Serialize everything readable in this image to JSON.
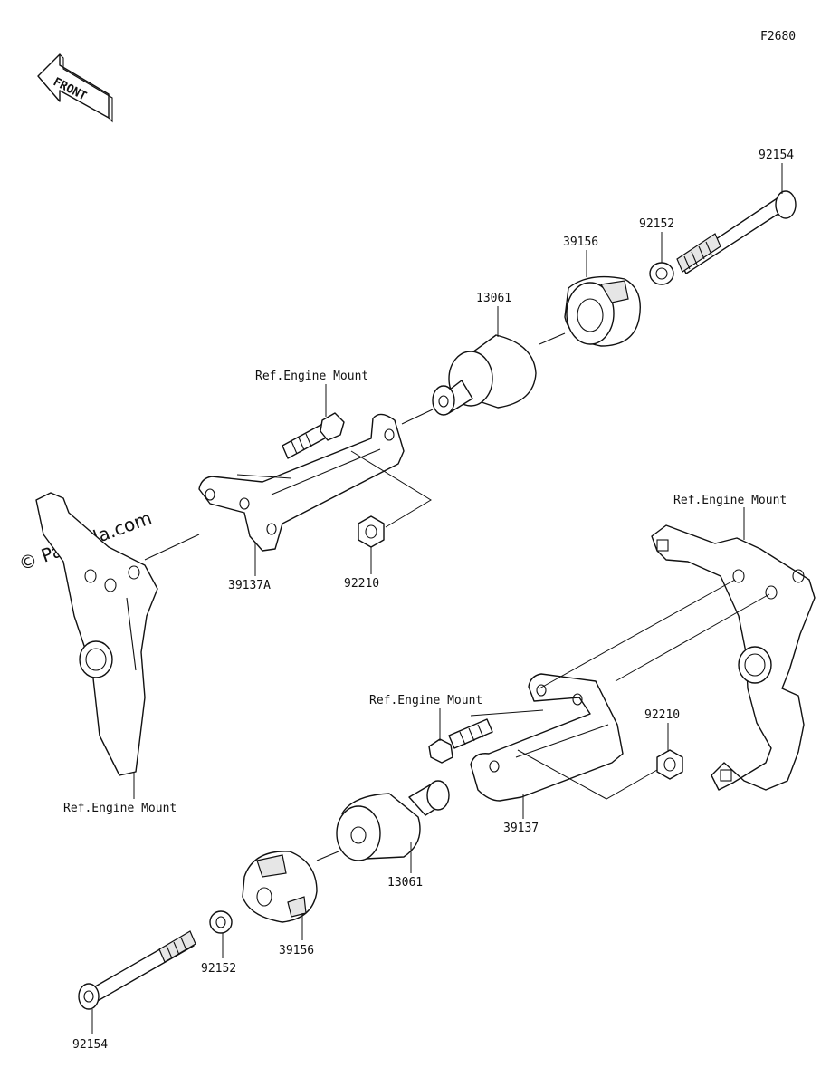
{
  "diagram": {
    "figure_code": "F2680",
    "front_badge": "FRONT",
    "watermark": "© Partzilla.com",
    "labels": {
      "bolt_top": "92154",
      "washer_top": "92152",
      "slider_cap_top": "39156",
      "slider_top": "13061",
      "ref_engine_mount_1": "Ref.Engine Mount",
      "bracket_left": "39137A",
      "nut_left": "92210",
      "ref_engine_mount_2": "Ref.Engine Mount",
      "ref_engine_mount_3": "Ref.Engine Mount",
      "nut_right": "92210",
      "bracket_right": "39137",
      "ref_engine_mount_4": "Ref.Engine Mount",
      "slider_bottom": "13061",
      "slider_cap_bottom": "39156",
      "washer_bottom": "92152",
      "bolt_bottom": "92154"
    }
  }
}
